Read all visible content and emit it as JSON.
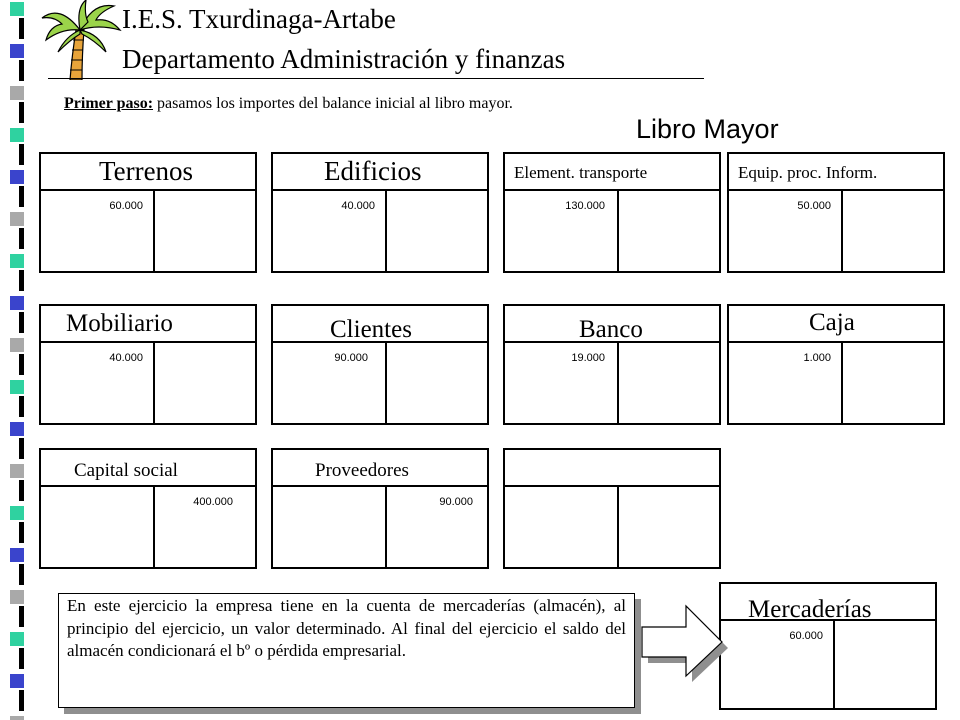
{
  "header": {
    "line1": "I.E.S. Txurdinaga-Artabe",
    "line2": "Departamento Administración  y finanzas"
  },
  "intro": {
    "label": "Primer paso:",
    "text": " pasamos los importes del balance inicial al libro mayor."
  },
  "ledger_title": "Libro Mayor",
  "accounts": [
    {
      "name": "Terrenos",
      "debit": "60.000",
      "credit": ""
    },
    {
      "name": "Edificios",
      "debit": "40.000",
      "credit": ""
    },
    {
      "name": "Element. transporte",
      "debit": "130.000",
      "credit": ""
    },
    {
      "name": "Equip. proc. Inform.",
      "debit": "50.000",
      "credit": ""
    },
    {
      "name": "Mobiliario",
      "debit": "40.000",
      "credit": ""
    },
    {
      "name": "Clientes",
      "debit": "90.000",
      "credit": ""
    },
    {
      "name": "Banco",
      "debit": "19.000",
      "credit": ""
    },
    {
      "name": "Caja",
      "debit": "1.000",
      "credit": ""
    },
    {
      "name": "Capital social",
      "debit": "",
      "credit": "400.000"
    },
    {
      "name": "Proveedores",
      "debit": "",
      "credit": "90.000"
    },
    {
      "name": "",
      "debit": "",
      "credit": ""
    },
    {
      "name": "Mercaderías",
      "debit": "60.000",
      "credit": ""
    }
  ],
  "note": "En este ejercicio la empresa tiene en la cuenta de mercaderías (almacén), al principio del ejercicio, un valor determinado. Al final del ejercicio el saldo del almacén condicionará el bº o pérdida empresarial.",
  "colors": {
    "stripe_green": "#2fd2a0",
    "stripe_blue": "#3a44cc",
    "stripe_grey": "#a9a9a9",
    "palm_leaf": "#9bd44a",
    "palm_trunk": "#e8a43a",
    "shadow": "#8f8f8f"
  },
  "icons": {
    "logo": "palm-tree-icon",
    "pointer": "arrow-right-icon"
  }
}
